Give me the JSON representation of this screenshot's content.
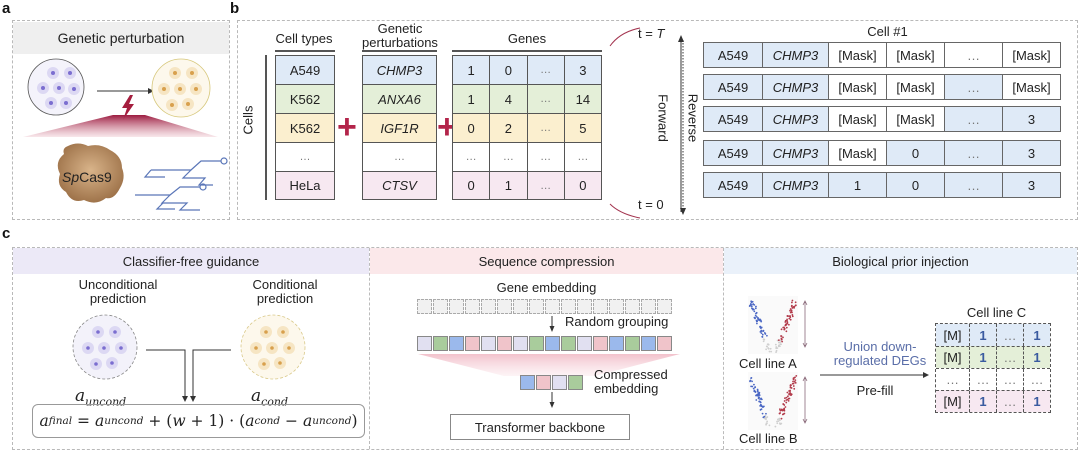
{
  "panel_labels": {
    "a": "a",
    "b": "b",
    "c": "c"
  },
  "panel_a": {
    "title": "Genetic perturbation",
    "enzyme_label_italic": "Sp",
    "enzyme_label_rest": "Cas9",
    "colors": {
      "before_cells": "#8a7fd6",
      "after_cells": "#e0a44a",
      "bolt": "#a51d3e",
      "cas9": "#b48a5c",
      "guide_rna": "#5a76b8"
    }
  },
  "panel_b": {
    "cells_axis_label": "Cells",
    "cell_types": {
      "header": "Cell types",
      "rows": [
        {
          "value": "A549",
          "color": "blue"
        },
        {
          "value": "K562",
          "color": "green"
        },
        {
          "value": "K562",
          "color": "yellow"
        },
        {
          "value": "…",
          "color": "white"
        },
        {
          "value": "HeLa",
          "color": "pink"
        }
      ]
    },
    "perturbations": {
      "header_line1": "Genetic",
      "header_line2": "perturbations",
      "rows": [
        {
          "value": "CHMP3",
          "color": "blue"
        },
        {
          "value": "ANXA6",
          "color": "green"
        },
        {
          "value": "IGF1R",
          "color": "yellow"
        },
        {
          "value": "…",
          "color": "white"
        },
        {
          "value": "CTSV",
          "color": "pink"
        }
      ]
    },
    "plus_sign": "+",
    "genes": {
      "header": "Genes",
      "rows": [
        {
          "color": "blue",
          "values": [
            "1",
            "0",
            "…",
            "3"
          ]
        },
        {
          "color": "green",
          "values": [
            "1",
            "4",
            "…",
            "14"
          ]
        },
        {
          "color": "yellow",
          "values": [
            "0",
            "2",
            "…",
            "5"
          ]
        },
        {
          "color": "white",
          "values": [
            "…",
            "…",
            "…",
            "…"
          ]
        },
        {
          "color": "pink",
          "values": [
            "0",
            "1",
            "…",
            "0"
          ]
        }
      ]
    },
    "time_top": "t = ",
    "time_top_var": "T",
    "time_bottom": "t = 0",
    "forward_label": "Forward",
    "reverse_label": "Reverse",
    "cell1": {
      "title": "Cell #1",
      "rows": [
        {
          "cells": [
            {
              "v": "A549",
              "f": true
            },
            {
              "v": "CHMP3",
              "f": true,
              "it": true
            },
            {
              "v": "[Mask]",
              "f": false
            },
            {
              "v": "[Mask]",
              "f": false
            },
            {
              "v": "…",
              "f": false
            },
            {
              "v": "[Mask]",
              "f": false
            }
          ]
        },
        {
          "cells": [
            {
              "v": "A549",
              "f": true
            },
            {
              "v": "CHMP3",
              "f": true,
              "it": true
            },
            {
              "v": "[Mask]",
              "f": false
            },
            {
              "v": "[Mask]",
              "f": false
            },
            {
              "v": "…",
              "f": true
            },
            {
              "v": "[Mask]",
              "f": false
            }
          ]
        },
        {
          "cells": [
            {
              "v": "A549",
              "f": true
            },
            {
              "v": "CHMP3",
              "f": true,
              "it": true
            },
            {
              "v": "[Mask]",
              "f": false
            },
            {
              "v": "[Mask]",
              "f": false
            },
            {
              "v": "…",
              "f": true
            },
            {
              "v": "3",
              "f": true
            }
          ]
        },
        {
          "cells": [
            {
              "v": "A549",
              "f": true
            },
            {
              "v": "CHMP3",
              "f": true,
              "it": true
            },
            {
              "v": "[Mask]",
              "f": false
            },
            {
              "v": "0",
              "f": true
            },
            {
              "v": "…",
              "f": true
            },
            {
              "v": "3",
              "f": true
            }
          ]
        },
        {
          "cells": [
            {
              "v": "A549",
              "f": true
            },
            {
              "v": "CHMP3",
              "f": true,
              "it": true
            },
            {
              "v": "1",
              "f": true
            },
            {
              "v": "0",
              "f": true
            },
            {
              "v": "…",
              "f": true
            },
            {
              "v": "3",
              "f": true
            }
          ]
        }
      ]
    }
  },
  "panel_c": {
    "cfg": {
      "title": "Classifier-free guidance",
      "uncond_line1": "Unconditional",
      "uncond_line2": "prediction",
      "cond_line1": "Conditional",
      "cond_line2": "prediction",
      "a": "a",
      "uncond_sub": "uncond",
      "cond_sub": "cond",
      "final_sub": "final",
      "formula_w": "w",
      "header_color": "#ece9f7"
    },
    "seq": {
      "title": "Sequence compression",
      "gene_embedding": "Gene embedding",
      "random_grouping": "Random grouping",
      "compressed_line1": "Compressed",
      "compressed_line2": "embedding",
      "backbone": "Transformer backbone",
      "grouped_tokens": [
        "lav",
        "green",
        "blue",
        "pink",
        "lav",
        "pink",
        "lav",
        "green",
        "blue",
        "green",
        "lav",
        "pink",
        "blue",
        "green",
        "blue",
        "pink"
      ],
      "compressed_tokens": [
        "blue",
        "pink",
        "lav",
        "green"
      ],
      "header_color": "#fbe8ea"
    },
    "bio": {
      "title": "Biological prior injection",
      "cell_line_a": "Cell line A",
      "cell_line_b": "Cell line B",
      "arrow_label_line1": "Union down-",
      "arrow_label_line2": "regulated DEGs",
      "arrow_sub": "Pre-fill",
      "target_title": "Cell line C",
      "target_rows": [
        {
          "color": "blue",
          "values": [
            "[M]",
            "1",
            "…",
            "1"
          ]
        },
        {
          "color": "green",
          "values": [
            "[M]",
            "1",
            "…",
            "1"
          ]
        },
        {
          "color": "white",
          "values": [
            "…",
            "…",
            "…",
            "…"
          ]
        },
        {
          "color": "pink",
          "values": [
            "[M]",
            "1",
            "…",
            "1"
          ]
        }
      ],
      "header_color": "#eaf1fa"
    }
  }
}
